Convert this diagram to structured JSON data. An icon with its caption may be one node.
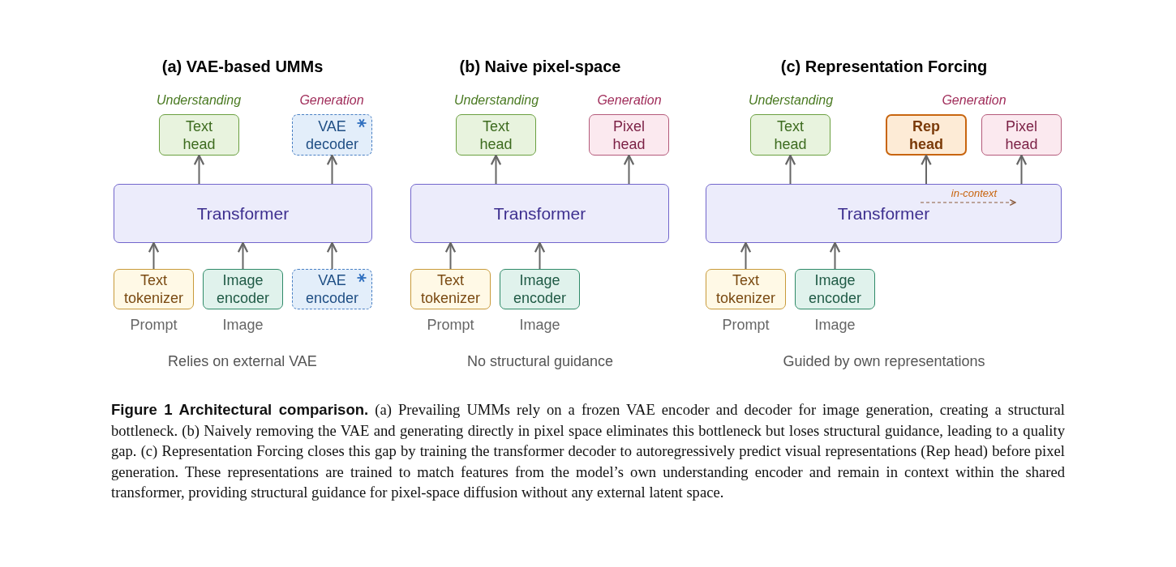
{
  "diagram": {
    "caption": "**Figure 1  Architectural comparison.** (a) Prevailing UMMs rely on a frozen VAE encoder and decoder for image generation, creating a structural bottleneck. (b) Naively removing the VAE and generating directly in pixel space eliminates this bottleneck but loses structural guidance, leading to a quality gap. (c) Representation Forcing closes this gap by training the transformer decoder to autoregressively predict visual representations (Rep head) before pixel generation. These representations are trained to match features from the model’s own understanding encoder and remain in context within the shared transformer, providing structural guidance for pixel-space diffusion without any external latent space.",
    "nodes": [
      {
        "text": [
          "Text head"
        ]
      },
      {
        "text": [
          "VAE decoder"
        ]
      },
      {
        "text": [
          "Transformer"
        ]
      },
      {
        "text": [
          "Text tokenizer"
        ],
        "beside": [
          "Prompt"
        ]
      },
      {
        "text": [
          "Image encoder"
        ],
        "beside": [
          "Image"
        ]
      },
      {
        "text": [
          "VAE encoder"
        ]
      },
      {
        "text": [
          "Text head"
        ]
      },
      {
        "text": [
          "Pixel head"
        ]
      },
      {
        "text": [
          "Transformer"
        ]
      },
      {
        "text": [
          "Text tokenizer"
        ],
        "beside": [
          "Prompt"
        ]
      },
      {
        "text": [
          "Image encoder"
        ],
        "beside": [
          "Image"
        ]
      },
      {
        "text": [
          "Text head"
        ]
      },
      {
        "text": [
          "Rep head"
        ]
      },
      {
        "text": [
          "Pixel head"
        ]
      },
      {
        "text": [
          "Transformer"
        ]
      },
      {
        "text": [
          "Text tokenizer"
        ],
        "beside": [
          "Prompt"
        ]
      },
      {
        "text": [
          "Image encoder"
        ],
        "beside": [
          "Image"
        ]
      }
    ],
    "edges": [
      {
        "from": 2,
        "to": 0,
        "arrow": "to"
      },
      {
        "from": 2,
        "to": 1,
        "arrow": "to"
      },
      {
        "from": 3,
        "to": 2,
        "arrow": "to"
      },
      {
        "from": 4,
        "to": 2,
        "arrow": "to"
      },
      {
        "from": 5,
        "to": 2,
        "arrow": "to"
      },
      {
        "from": 8,
        "to": 6,
        "arrow": "to"
      },
      {
        "from": 8,
        "to": 7,
        "arrow": "to"
      },
      {
        "from": 9,
        "to": 8,
        "arrow": "to"
      },
      {
        "from": 10,
        "to": 8,
        "arrow": "to"
      },
      {
        "from": 14,
        "to": 11,
        "arrow": "to"
      },
      {
        "from": 14,
        "to": 12,
        "arrow": "to"
      },
      {
        "from": 14,
        "to": 13,
        "arrow": "to"
      },
      {
        "from": 15,
        "to": 14,
        "arrow": "to"
      },
      {
        "from": 16,
        "to": 14,
        "arrow": "to"
      }
    ],
    "labels": [
      "(a) VAE-based UMMs",
      "(b) Naive pixel-space",
      "(c) Representation Forcing",
      "Understanding",
      "Generation",
      "Understanding",
      "Generation",
      "Understanding",
      "Generation",
      "in-context",
      "Relies on external VAE",
      "No structural guidance",
      "Guided by own representations"
    ]
  }
}
